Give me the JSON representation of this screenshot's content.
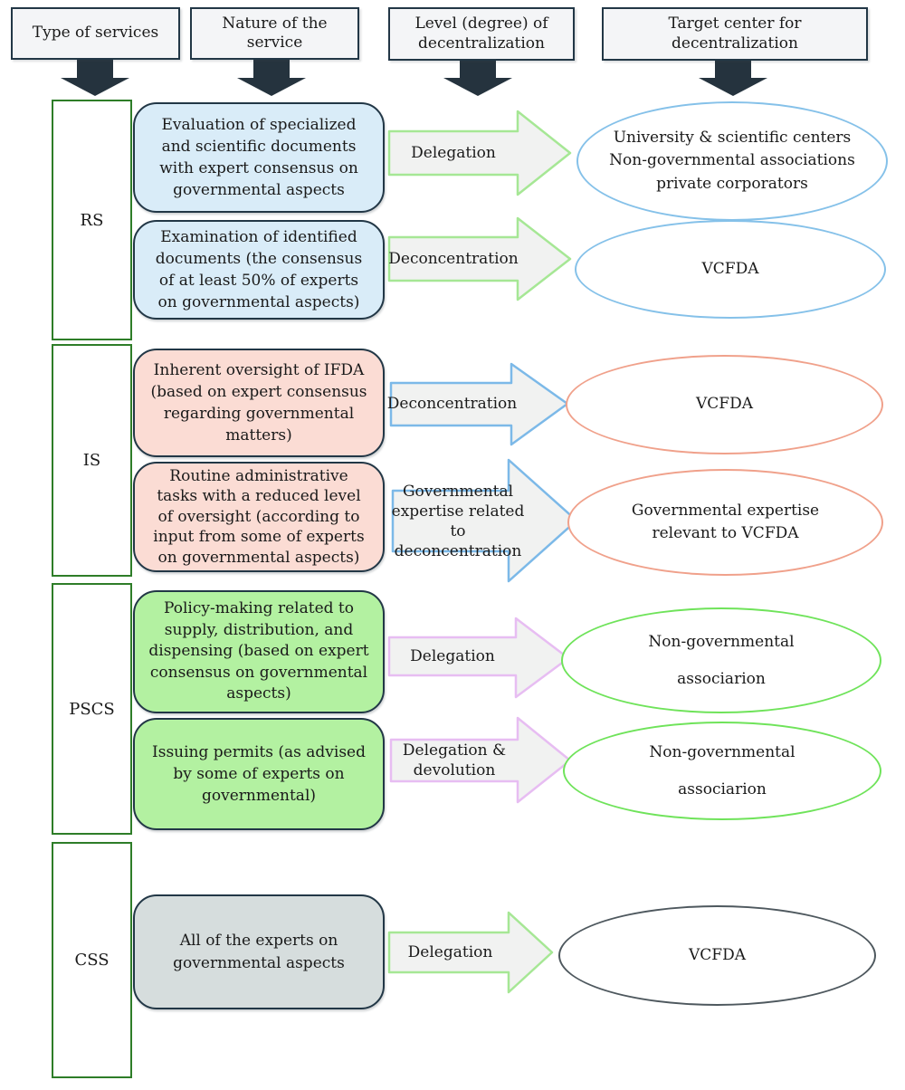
{
  "headers": {
    "col1": "Type of services",
    "col2": "Nature of the service",
    "col3": "Level (degree) of\ndecentralization",
    "col4": "Target center for\ndecentralization"
  },
  "service_types": {
    "rs": "RS",
    "is": "IS",
    "pscs": "PSCS",
    "css": "CSS"
  },
  "rows": [
    {
      "group": "RS",
      "nature": "Evaluation of specialized and scientific documents with expert consensus on governmental aspects",
      "level": "Delegation",
      "target": "University & scientific centers\nNon-governmental associations\nprivate corporators"
    },
    {
      "group": "RS",
      "nature": "Examination of identified documents (the consensus of at least 50% of experts on governmental aspects)",
      "level": "Deconcentration",
      "target": "VCFDA"
    },
    {
      "group": "IS",
      "nature": "Inherent oversight of IFDA (based on expert consensus regarding governmental matters)",
      "level": "Deconcentration",
      "target": "VCFDA"
    },
    {
      "group": "IS",
      "nature": "Routine administrative tasks with a reduced level of oversight (according to input from some of experts on governmental aspects)",
      "level": "Governmental\nexpertise related to\ndeconcentration",
      "target": "Governmental expertise\nrelevant to VCFDA"
    },
    {
      "group": "PSCS",
      "nature": "Policy-making related to supply, distribution, and dispensing (based on expert consensus on governmental aspects)",
      "level": "Delegation",
      "target": "Non-governmental\nassociarion"
    },
    {
      "group": "PSCS",
      "nature": "Issuing permits (as advised by some of experts on governmental)",
      "level": "Delegation &\ndevolution",
      "target": "Non-governmental\nassociarion"
    },
    {
      "group": "CSS",
      "nature": "All of the experts on governmental aspects",
      "level": "Delegation",
      "target": "VCFDA"
    }
  ],
  "colors": {
    "navy": "#223746",
    "black-arrow": "#25333e",
    "header-fill": "#f4f5f7",
    "group-border": "#2e7d28",
    "box-blue": "#d9ecf8",
    "box-salmon": "#fbdcd4",
    "box-green": "#b3f1a1",
    "box-gray": "#d6dddd",
    "arrow-fill": "#f1f2f1",
    "arrow-green": "#a6e795",
    "arrow-blue": "#7cb9e8",
    "arrow-pink": "#e7bdf2",
    "ellipse-blue": "#85c1e9",
    "ellipse-salmon": "#f0a18b",
    "ellipse-green": "#6fe35a",
    "ellipse-gray": "#4e585e",
    "text": "#1a1a1a"
  }
}
